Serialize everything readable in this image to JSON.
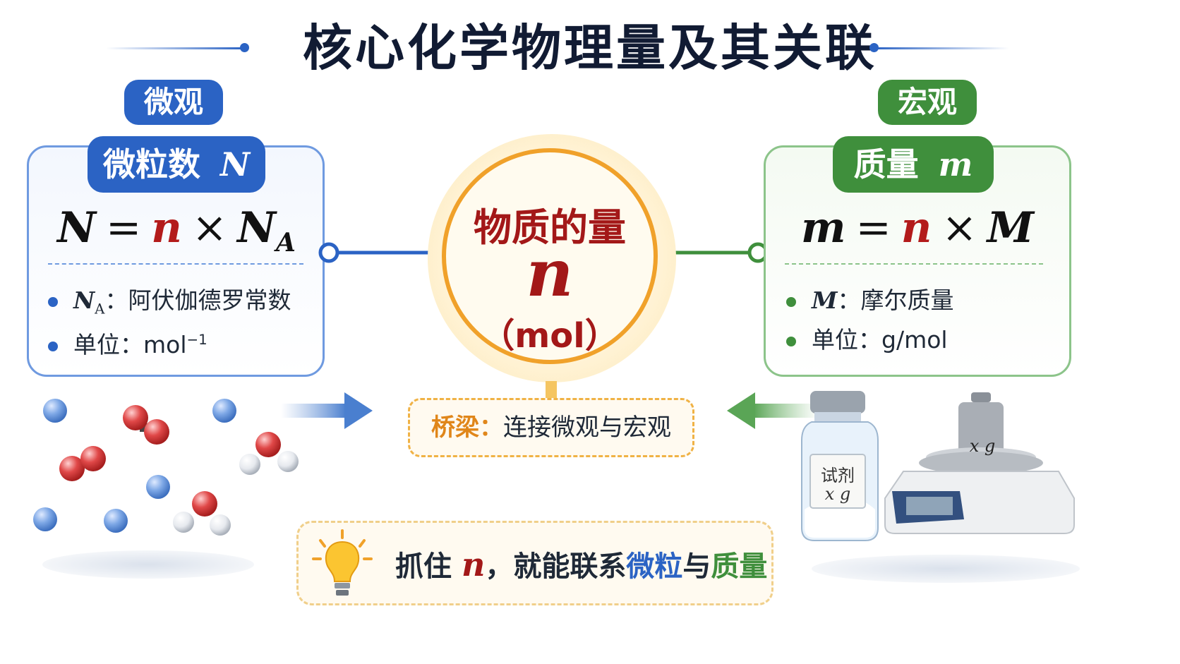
{
  "title": "核心化学物理量及其关联",
  "micro": {
    "category": "微观",
    "panel_title": "微粒数",
    "panel_var": "N",
    "formula": {
      "lhs": "N",
      "eq": "=",
      "n": "n",
      "times": "×",
      "const": "N",
      "const_sub": "A"
    },
    "bullets": [
      {
        "sym": "N",
        "sub": "A",
        "text": "：阿伏伽德罗常数"
      },
      {
        "label": "单位：",
        "unit": "mol",
        "sup": "−1"
      }
    ],
    "color": "#2b63c4"
  },
  "macro": {
    "category": "宏观",
    "panel_title": "质量",
    "panel_var": "m",
    "formula": {
      "lhs": "m",
      "eq": "=",
      "n": "n",
      "times": "×",
      "const": "M"
    },
    "bullets": [
      {
        "sym": "M",
        "text": "：摩尔质量"
      },
      {
        "label": "单位：",
        "unit": "g/mol"
      }
    ],
    "color": "#3f8f3c"
  },
  "center": {
    "title": "物质的量",
    "symbol": "n",
    "unit": "（mol）",
    "color": "#a31818"
  },
  "bridge": {
    "label": "桥梁：",
    "text": "连接微观与宏观"
  },
  "tip": {
    "pre": "抓住",
    "sym": "n",
    "mid": "，就能联系",
    "w1": "微粒",
    "conn": "与",
    "w2": "质量"
  },
  "reagent": {
    "label": "试剂",
    "amount": "x g"
  },
  "weight_label": "x g",
  "icons": [
    "lightbulb-icon",
    "molecule-icon",
    "balance-scale-icon",
    "reagent-bottle-icon",
    "arrow-right-icon",
    "arrow-left-icon"
  ]
}
